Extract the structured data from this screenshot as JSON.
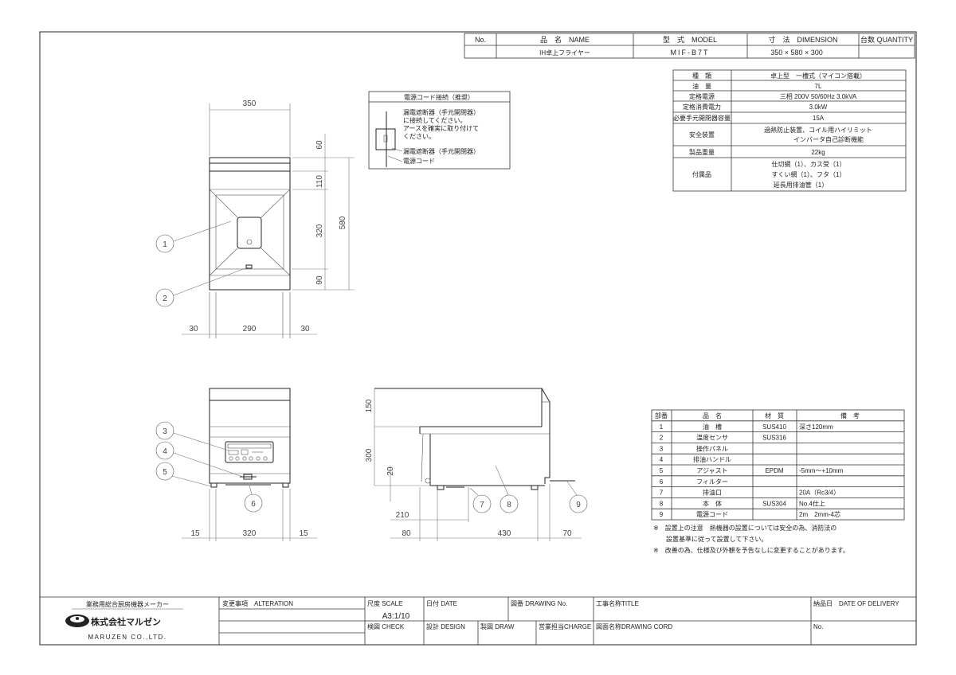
{
  "header": {
    "columns": [
      "No.",
      "品　名　NAME",
      "型　式　MODEL",
      "寸　法　DIMENSION",
      "台数 QUANTITY"
    ],
    "row": {
      "no": "",
      "name": "IH卓上フライヤー",
      "model": "MIF-B7T",
      "dimension": "350 × 580 × 300",
      "quantity": ""
    }
  },
  "specs": [
    {
      "label": "種　類",
      "lines": [
        "卓上型　一槽式（マイコン搭載）"
      ]
    },
    {
      "label": "油　量",
      "lines": [
        "7L"
      ]
    },
    {
      "label": "定格電源",
      "lines": [
        "三相 200V 50/60Hz 3.0kVA"
      ]
    },
    {
      "label": "定格消費電力",
      "lines": [
        "3.0kW"
      ]
    },
    {
      "label": "必要手元開閉器容量",
      "lines": [
        "15A"
      ]
    },
    {
      "label": "安全装置",
      "lines": [
        "過熱防止装置、コイル用ハイリミット",
        "インバータ自己診断機能"
      ]
    },
    {
      "label": "製品重量",
      "lines": [
        "22kg"
      ]
    },
    {
      "label": "付属品",
      "lines": [
        "仕切網（1）、カス受（1）",
        "すくい網（1）、フタ（1）",
        "延長用排油管（1）"
      ]
    }
  ],
  "cord_box": {
    "title": "電源コード接続（推奨）",
    "note_lines": [
      "漏電遮断器（手元開閉器）",
      "に接続してください。",
      "アースを確実に取り付けて",
      "ください。"
    ],
    "label_breaker": "漏電遮断器（手元開閉器）",
    "label_cord": "電源コード"
  },
  "parts": {
    "columns": [
      "部番",
      "品　名",
      "材　質",
      "備　考"
    ],
    "rows": [
      [
        "1",
        "油　槽",
        "SUS410",
        "深さ120mm"
      ],
      [
        "2",
        "温度センサ",
        "SUS316",
        ""
      ],
      [
        "3",
        "操作パネル",
        "",
        ""
      ],
      [
        "4",
        "排油ハンドル",
        "",
        ""
      ],
      [
        "5",
        "アジャスト",
        "EPDM",
        "-5mm〜+10mm"
      ],
      [
        "6",
        "フィルター",
        "",
        ""
      ],
      [
        "7",
        "排油口",
        "",
        "20A（Rc3/4）"
      ],
      [
        "8",
        "本　体",
        "SUS304",
        "No.4仕上"
      ],
      [
        "9",
        "電源コード",
        "",
        "2m　2mm-4芯"
      ]
    ]
  },
  "notes": [
    "※　設置上の注意　熱機器の設置については安全の為、消防法の",
    "設置基準に従って設置して下さい。",
    "※　改善の為、仕様及び外観を予告なしに変更することがあります。"
  ],
  "dimensions": {
    "top": {
      "width": "350",
      "d60": "60",
      "d110": "110",
      "d320": "320",
      "d90": "90",
      "depth": "580",
      "left": "30",
      "mid": "290",
      "right": "30"
    },
    "front": {
      "left": "15",
      "mid": "320",
      "right": "15"
    },
    "side": {
      "d150": "150",
      "d300": "300",
      "d20": "20",
      "d210": "210",
      "d80": "80",
      "d430": "430",
      "d70": "70"
    }
  },
  "callouts": [
    "1",
    "2",
    "3",
    "4",
    "5",
    "6",
    "7",
    "8",
    "9"
  ],
  "title_block": {
    "company_tagline": "業務用総合厨房機器メーカー",
    "company_name_jp": "株式会社マルゼン",
    "company_name_en": "MARUZEN CO.,LTD.",
    "alteration": "変更事項　ALTERATION",
    "scale_label": "尺度 SCALE",
    "scale_value": "A3:1/10",
    "date": "日付 DATE",
    "drawing_no": "図番 DRAWING No.",
    "title": "工事名称TITLE",
    "delivery": "納品日　DATE OF DELIVERY",
    "check": "検図 CHECK",
    "design": "設計 DESIGN",
    "draw": "製図 DRAW",
    "charge": "営業担当CHARGE",
    "drawing_cord": "図面名称DRAWING CORD",
    "no": "No."
  }
}
